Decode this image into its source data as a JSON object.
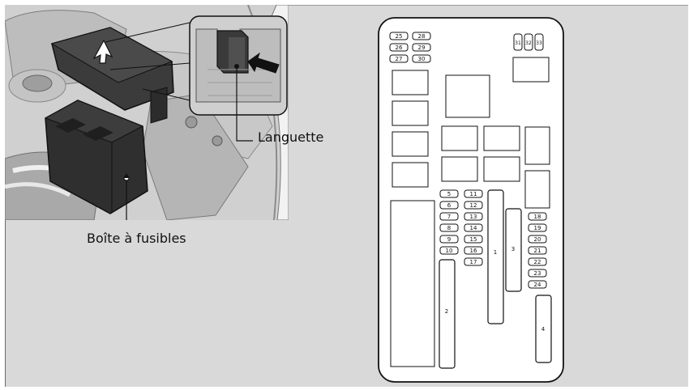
{
  "photo": {
    "callout_label": "Languette",
    "fusebox_label": "Boîte à fusibles"
  },
  "fuse_panel": {
    "top_left_numbers": [
      "25",
      "28",
      "26",
      "29",
      "27",
      "30"
    ],
    "top_right_numbers": [
      "31",
      "32",
      "33"
    ],
    "column_a_numbers": [
      "5",
      "6",
      "7",
      "8",
      "9",
      "10"
    ],
    "column_b_numbers": [
      "11",
      "12",
      "13",
      "14",
      "15",
      "16",
      "17"
    ],
    "column_c_numbers": [
      "18",
      "19",
      "20",
      "21",
      "22",
      "23",
      "24"
    ],
    "large_fuses": [
      "1",
      "2",
      "3",
      "4"
    ]
  }
}
